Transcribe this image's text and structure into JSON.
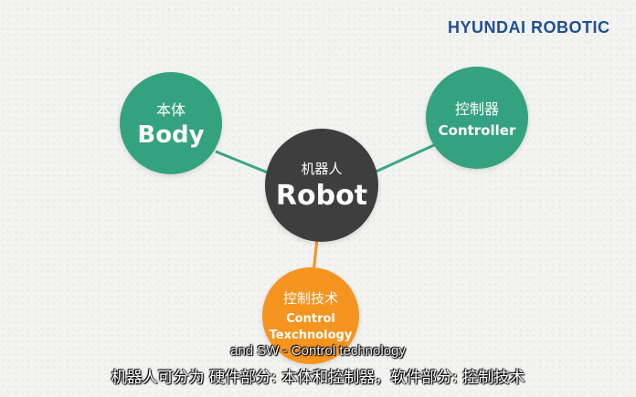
{
  "brand": {
    "text": "HYUNDAI ROBOTIC"
  },
  "nodes": {
    "body": {
      "zh": "本体",
      "en": "Body",
      "color": "#35a27f"
    },
    "controller": {
      "zh": "控制器",
      "en": "Controller",
      "color": "#35a27f"
    },
    "robot": {
      "zh": "机器人",
      "en": "Robot",
      "color": "#3e3e3e"
    },
    "tech": {
      "zh": "控制技术",
      "en_line1": "Control",
      "en_line2": "Texchnology",
      "color": "#f5941e"
    }
  },
  "connector_color": "#3aa587",
  "subtitles": {
    "en": "and SW - Control technology",
    "zh": "机器人可分为 硬件部分: 本体和控制器，软件部分: 控制技术"
  }
}
